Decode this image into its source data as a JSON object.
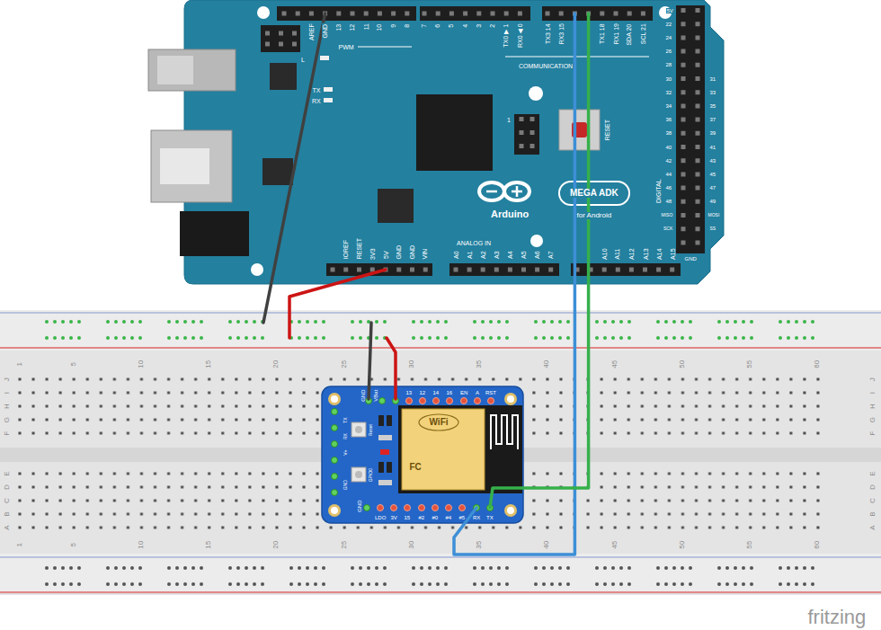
{
  "diagram": {
    "nodes": [
      {
        "text": [
          "Arduino",
          "MEGA ADK",
          "for Android",
          "AREF",
          "GND",
          "13",
          "12",
          "11",
          "10",
          "9",
          "8",
          "7",
          "6",
          "5",
          "4",
          "3",
          "2",
          "TX0 ▶ 1",
          "RX0 ◀ 0",
          "TX3 14",
          "RX3 15",
          "TX1 18",
          "RX1 19",
          "SDA 20",
          "SCL 21",
          "PWM",
          "COMMUNICATION",
          "L",
          "TX",
          "RX",
          "1",
          "RESET",
          "DIGITAL",
          "ANALOG IN",
          "IOREF",
          "RESET",
          "3V3",
          "5V",
          "GND",
          "GND",
          "VIN",
          "A0",
          "A1",
          "A2",
          "A3",
          "A4",
          "A5",
          "A6",
          "A7",
          "A10",
          "A11",
          "A12",
          "A13",
          "A14",
          "A15",
          "5V",
          "GND",
          "22",
          "24",
          "26",
          "28",
          "30",
          "32",
          "34",
          "36",
          "38",
          "40",
          "42",
          "44",
          "46",
          "48",
          "MISO",
          "SCK",
          "31",
          "33",
          "35",
          "37",
          "39",
          "41",
          "43",
          "45",
          "47",
          "49",
          "MOSI",
          "SS"
        ]
      },
      {
        "text": [
          "GND",
          "VBat",
          "13",
          "12",
          "14",
          "16",
          "EN",
          "A",
          "RST",
          "WiFi",
          "GND",
          "LDO",
          "3V",
          "15",
          "#2",
          "#0",
          "#4",
          "#5",
          "RX",
          "TX",
          "TX",
          "RX",
          "V+",
          "GND",
          "Reset",
          "GPIO0",
          "FC"
        ]
      }
    ],
    "edges": [
      {
        "from": 0,
        "to": 1,
        "arrow": "none"
      },
      {
        "from": 0,
        "to": 1,
        "arrow": "none"
      }
    ],
    "labels": [
      "1",
      "5",
      "10",
      "15",
      "20",
      "25",
      "30",
      "35",
      "40",
      "45",
      "50",
      "55",
      "60",
      "1",
      "5",
      "10",
      "15",
      "20",
      "25",
      "30",
      "35",
      "40",
      "45",
      "50",
      "55",
      "60",
      "J",
      "I",
      "H",
      "G",
      "F",
      "E",
      "D",
      "C",
      "B",
      "A",
      "J",
      "I",
      "H",
      "G",
      "F",
      "E",
      "D",
      "C",
      "B",
      "A",
      "fritzing"
    ]
  }
}
